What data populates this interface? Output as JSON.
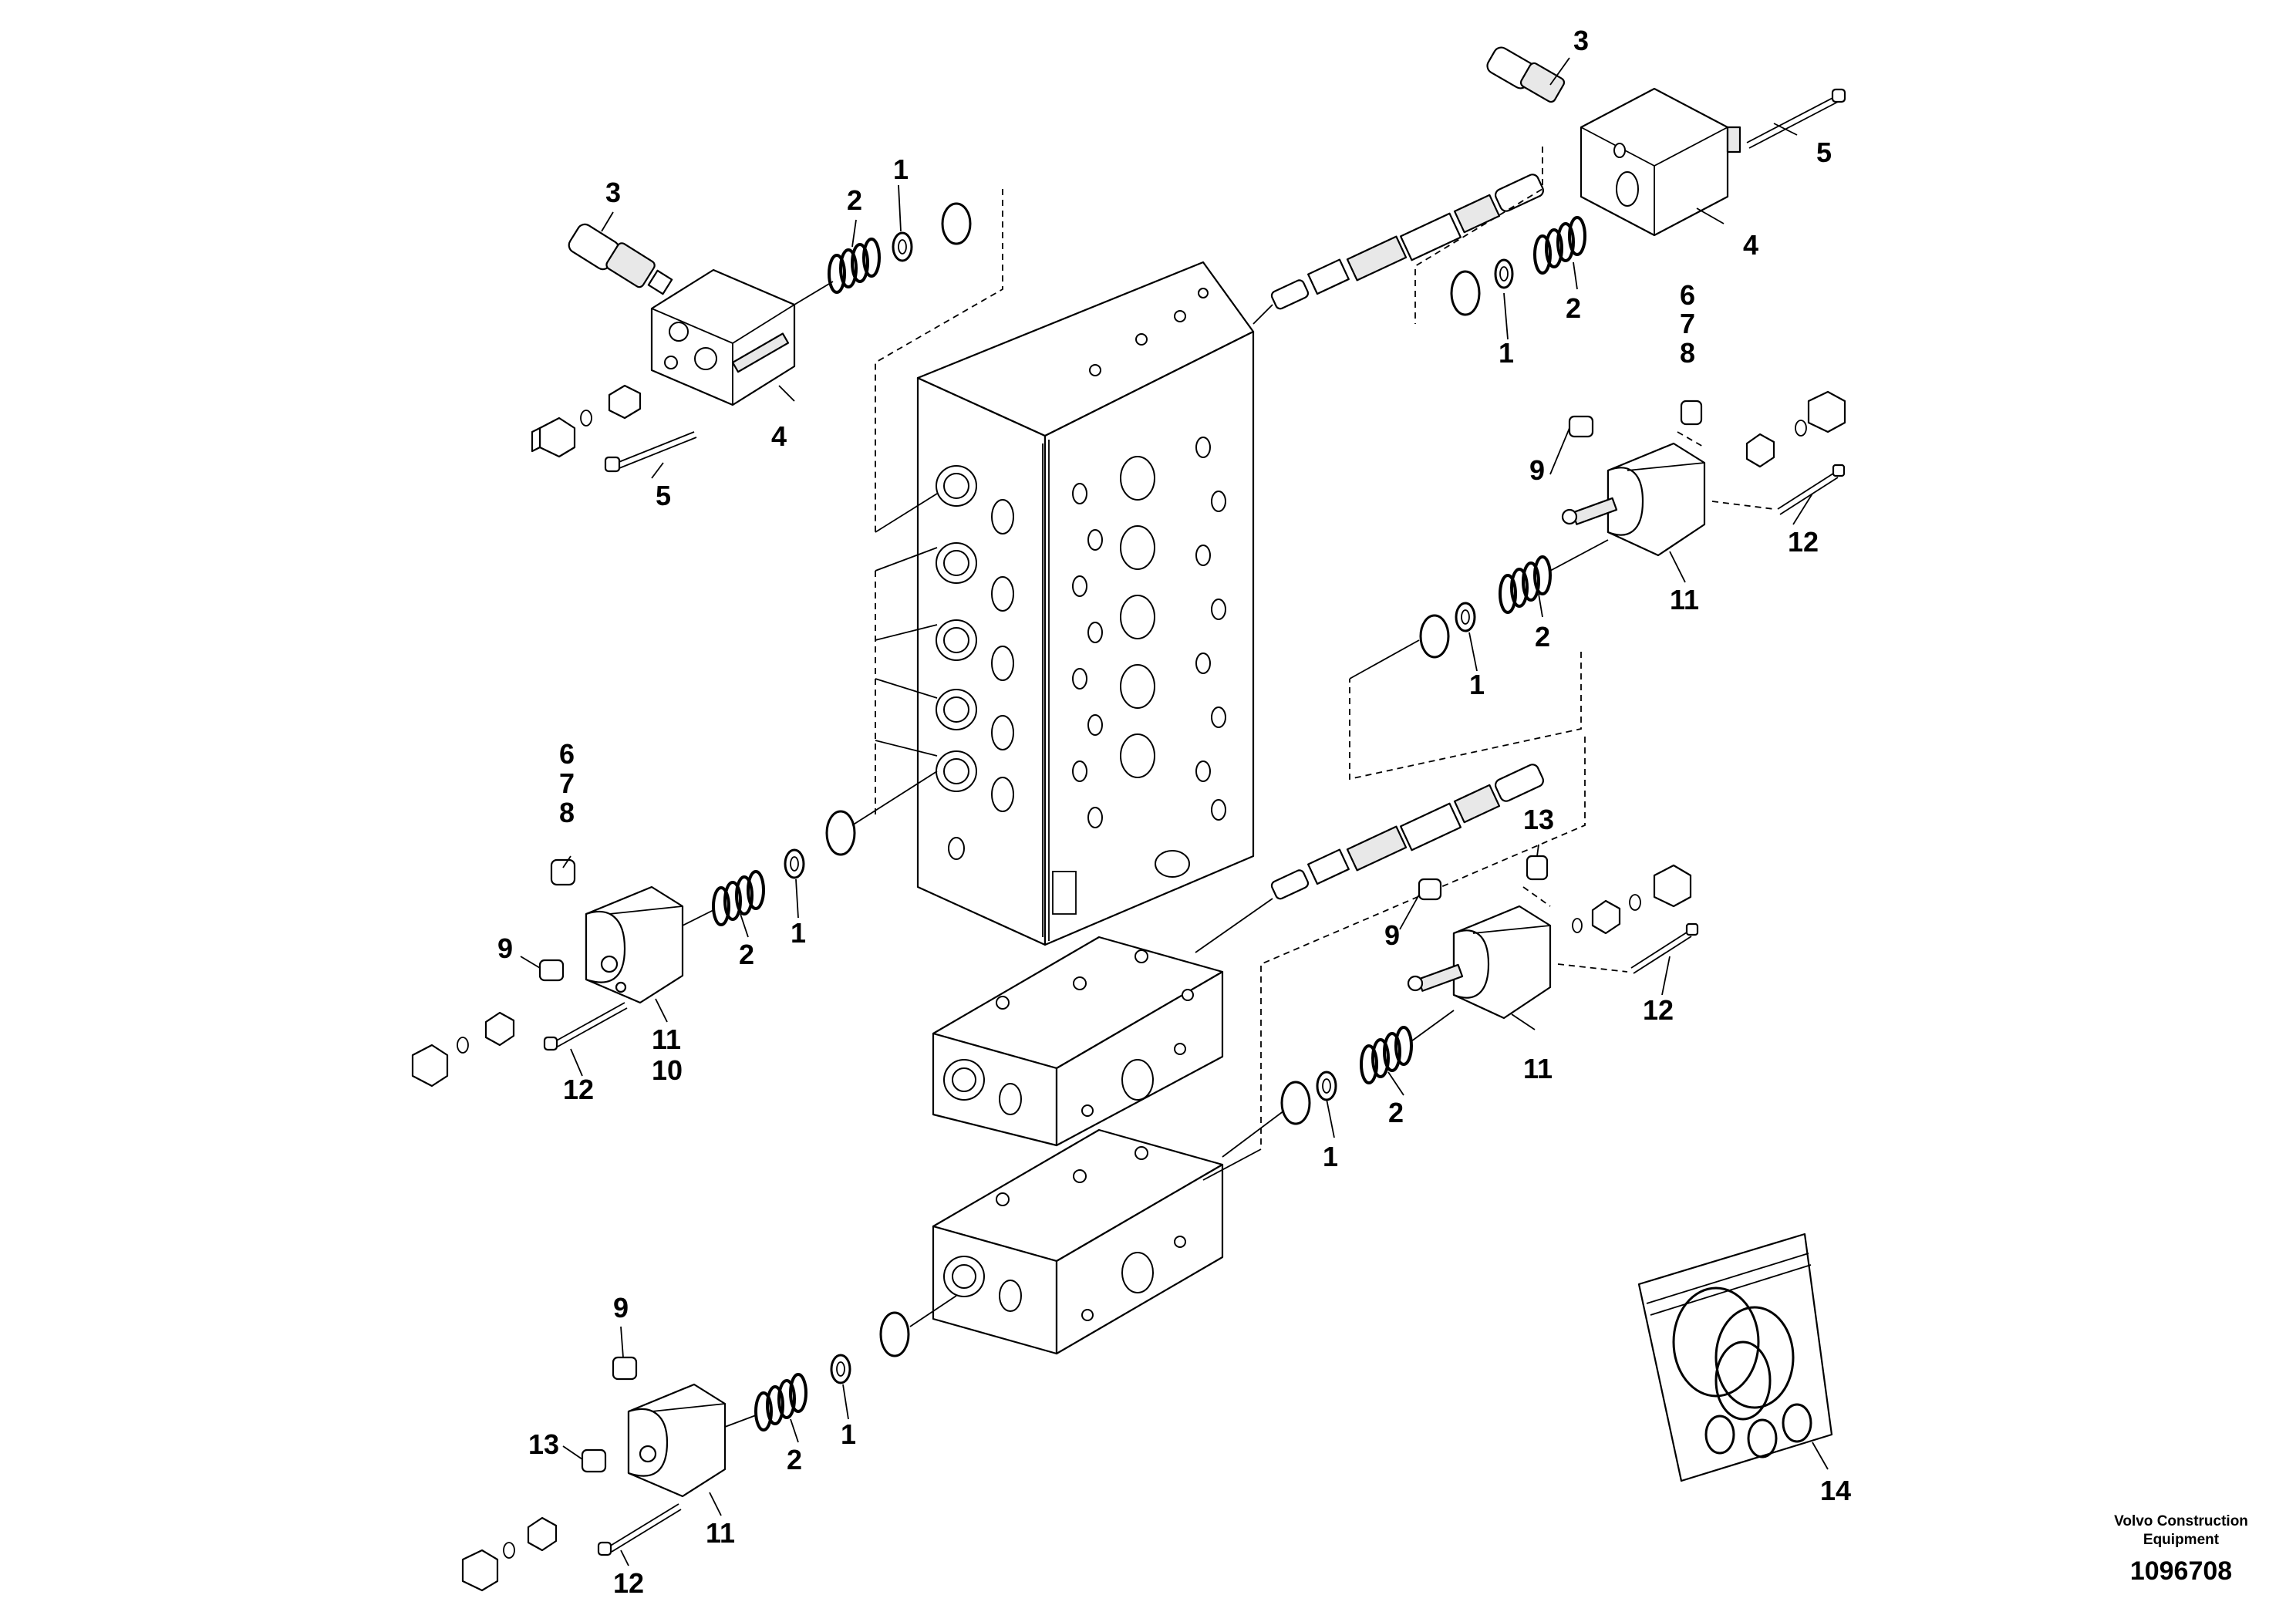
{
  "diagram": {
    "callouts": {
      "c01": "3",
      "c02": "2",
      "c03": "1",
      "c04": "4",
      "c05": "5",
      "c06": "3",
      "c07": "5",
      "c08": "4",
      "c09": "2",
      "c10": "1",
      "c11": "6",
      "c12": "7",
      "c13": "8",
      "c14": "9",
      "c15": "12",
      "c16": "11",
      "c17": "2",
      "c18": "1",
      "c19": "6",
      "c20": "7",
      "c21": "8",
      "c22": "9",
      "c23": "2",
      "c24": "1",
      "c25": "11",
      "c26": "10",
      "c27": "12",
      "c28": "13",
      "c29": "9",
      "c30": "12",
      "c31": "11",
      "c32": "2",
      "c33": "1",
      "c34": "9",
      "c35": "13",
      "c36": "2",
      "c37": "1",
      "c38": "11",
      "c39": "12",
      "c40": "14"
    },
    "brand_line1": "Volvo Construction",
    "brand_line2": "Equipment",
    "document_number": "1096708"
  }
}
